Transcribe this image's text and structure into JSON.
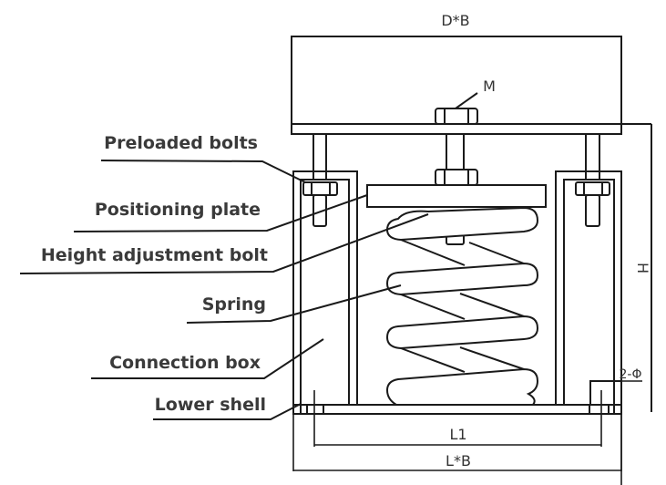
{
  "diagram": {
    "title": "Spring vibration isolator",
    "dimensions": {
      "top_width": "D*B",
      "bolt": "M",
      "height": "H",
      "hole_spec": "2-Φ",
      "hole_spacing": "L1",
      "base_width": "L*B"
    },
    "labels": [
      {
        "id": "preloaded-bolts",
        "text": "Preloaded bolts"
      },
      {
        "id": "positioning-plate",
        "text": "Positioning plate"
      },
      {
        "id": "height-adjustment-bolt",
        "text": "Height adjustment bolt"
      },
      {
        "id": "spring",
        "text": "Spring"
      },
      {
        "id": "connection-box",
        "text": "Connection box"
      },
      {
        "id": "lower-shell",
        "text": "Lower shell"
      }
    ],
    "colors": {
      "line": "#1a1a1a",
      "label": "#3a3a3a",
      "background": "#ffffff"
    }
  }
}
